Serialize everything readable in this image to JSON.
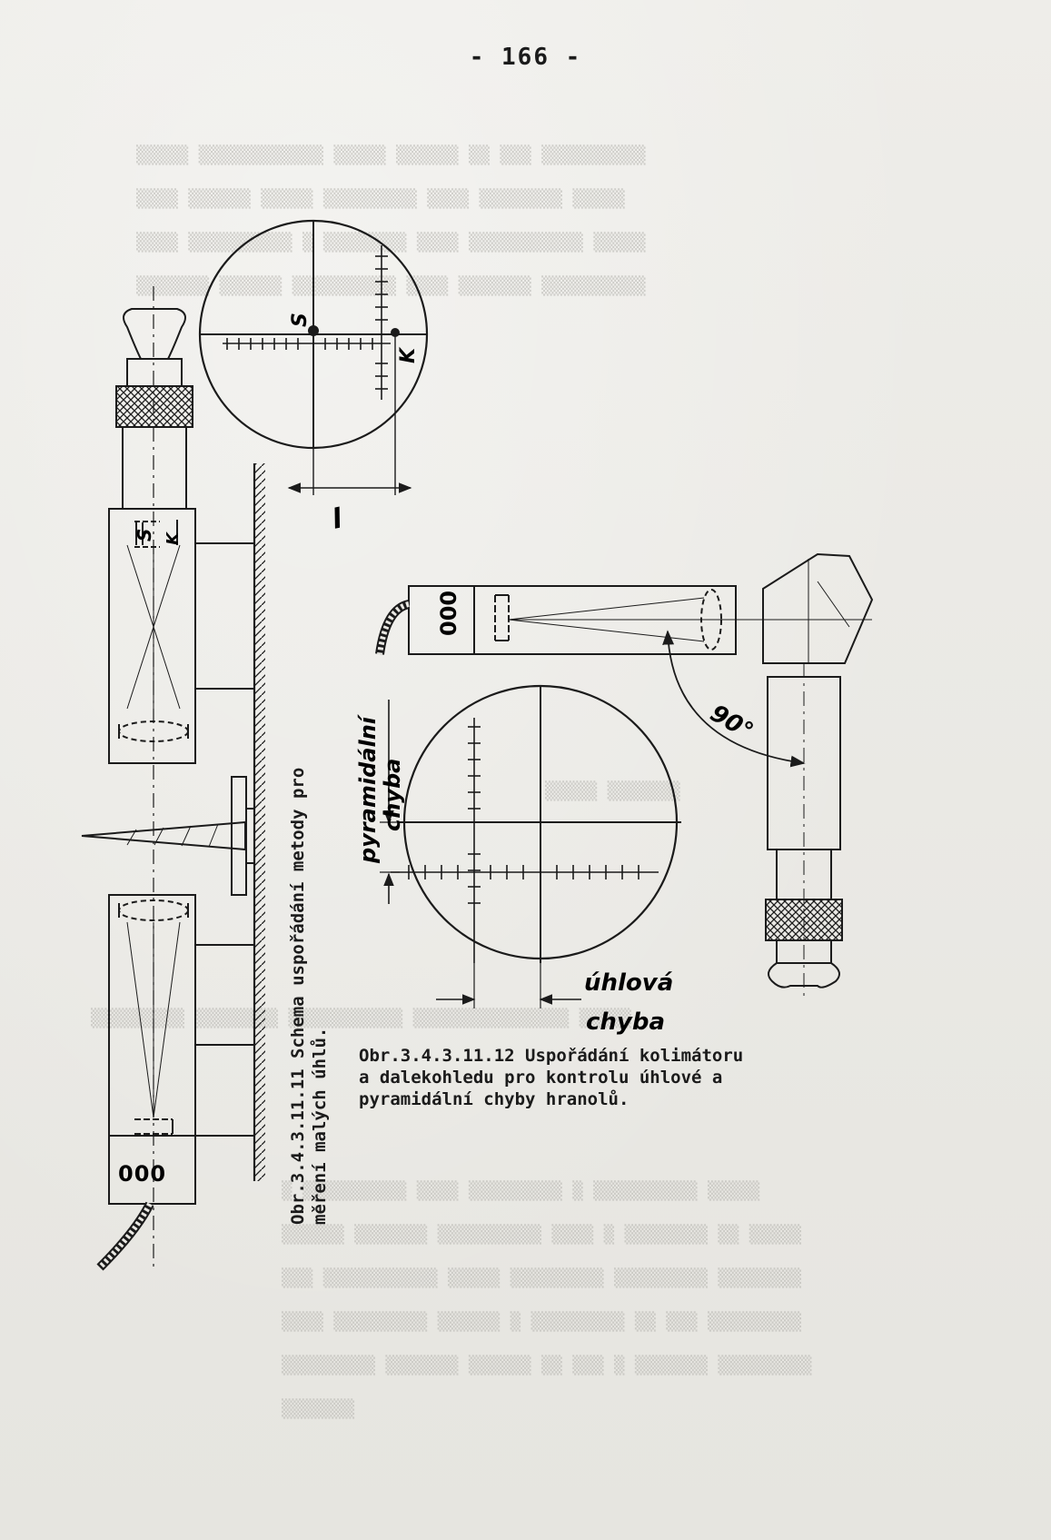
{
  "page_number": "- 166 -",
  "figure_1": {
    "reticle_label_s": "S",
    "reticle_label_k": "K",
    "dimension_label": "l",
    "tube_label_s": "S",
    "tube_label_k": "K",
    "eyepiece_symbol": "000",
    "caption": "Obr.3.4.3.11.11 Schema uspořádání metody pro\nměření malých úhlů."
  },
  "figure_2": {
    "eyepiece_symbol": "000",
    "angle_label": "90°",
    "pyramidal_label_line1": "pyramidální",
    "pyramidal_label_line2": "chyba",
    "angular_label_line1": "úhlová",
    "angular_label_line2": "chyba",
    "caption": "Obr.3.4.3.11.12 Uspořádání kolimátoru\na dalekohledu pro kontrolu úhlové a\npyramidální chyby hranolů."
  }
}
